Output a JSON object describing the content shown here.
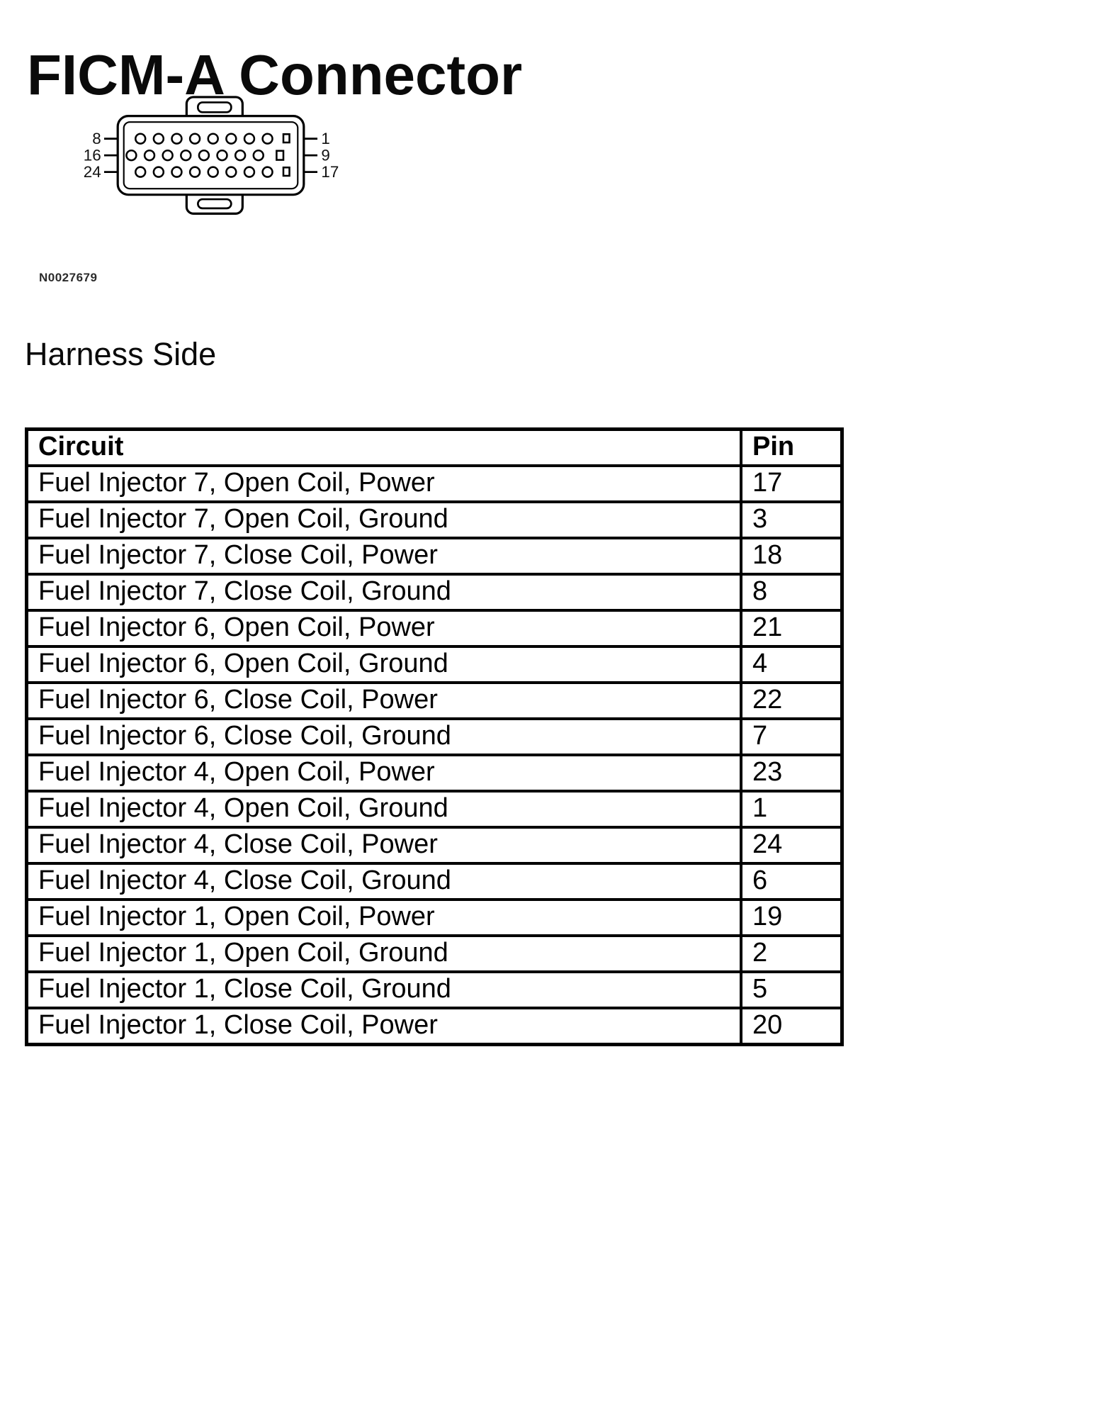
{
  "page": {
    "title": "FICM-A Connector",
    "figure_id": "N0027679",
    "section_heading": "Harness Side"
  },
  "connector_diagram": {
    "left_pin_labels": [
      "8",
      "16",
      "24"
    ],
    "right_pin_labels": [
      "1",
      "9",
      "17"
    ]
  },
  "pin_table": {
    "headers": {
      "circuit": "Circuit",
      "pin": "Pin"
    },
    "rows": [
      {
        "circuit": "Fuel Injector 7, Open Coil, Power",
        "pin": "17"
      },
      {
        "circuit": "Fuel Injector 7, Open Coil, Ground",
        "pin": "3"
      },
      {
        "circuit": "Fuel Injector 7, Close Coil, Power",
        "pin": "18"
      },
      {
        "circuit": "Fuel Injector 7, Close Coil, Ground",
        "pin": "8"
      },
      {
        "circuit": "Fuel Injector 6, Open Coil, Power",
        "pin": "21"
      },
      {
        "circuit": "Fuel Injector 6, Open Coil, Ground",
        "pin": "4"
      },
      {
        "circuit": "Fuel Injector 6, Close Coil, Power",
        "pin": "22"
      },
      {
        "circuit": "Fuel Injector 6, Close Coil, Ground",
        "pin": "7"
      },
      {
        "circuit": "Fuel Injector 4, Open Coil, Power",
        "pin": "23"
      },
      {
        "circuit": "Fuel Injector 4, Open Coil, Ground",
        "pin": "1"
      },
      {
        "circuit": "Fuel Injector 4, Close Coil, Power",
        "pin": "24"
      },
      {
        "circuit": "Fuel Injector 4, Close Coil, Ground",
        "pin": "6"
      },
      {
        "circuit": "Fuel Injector 1, Open Coil, Power",
        "pin": "19"
      },
      {
        "circuit": "Fuel Injector 1, Open Coil, Ground",
        "pin": "2"
      },
      {
        "circuit": "Fuel Injector 1, Close Coil, Ground",
        "pin": "5"
      },
      {
        "circuit": "Fuel Injector 1, Close Coil, Power",
        "pin": "20"
      }
    ]
  },
  "colors": {
    "text": "#000000",
    "background": "#ffffff",
    "table_border": "#000000"
  }
}
